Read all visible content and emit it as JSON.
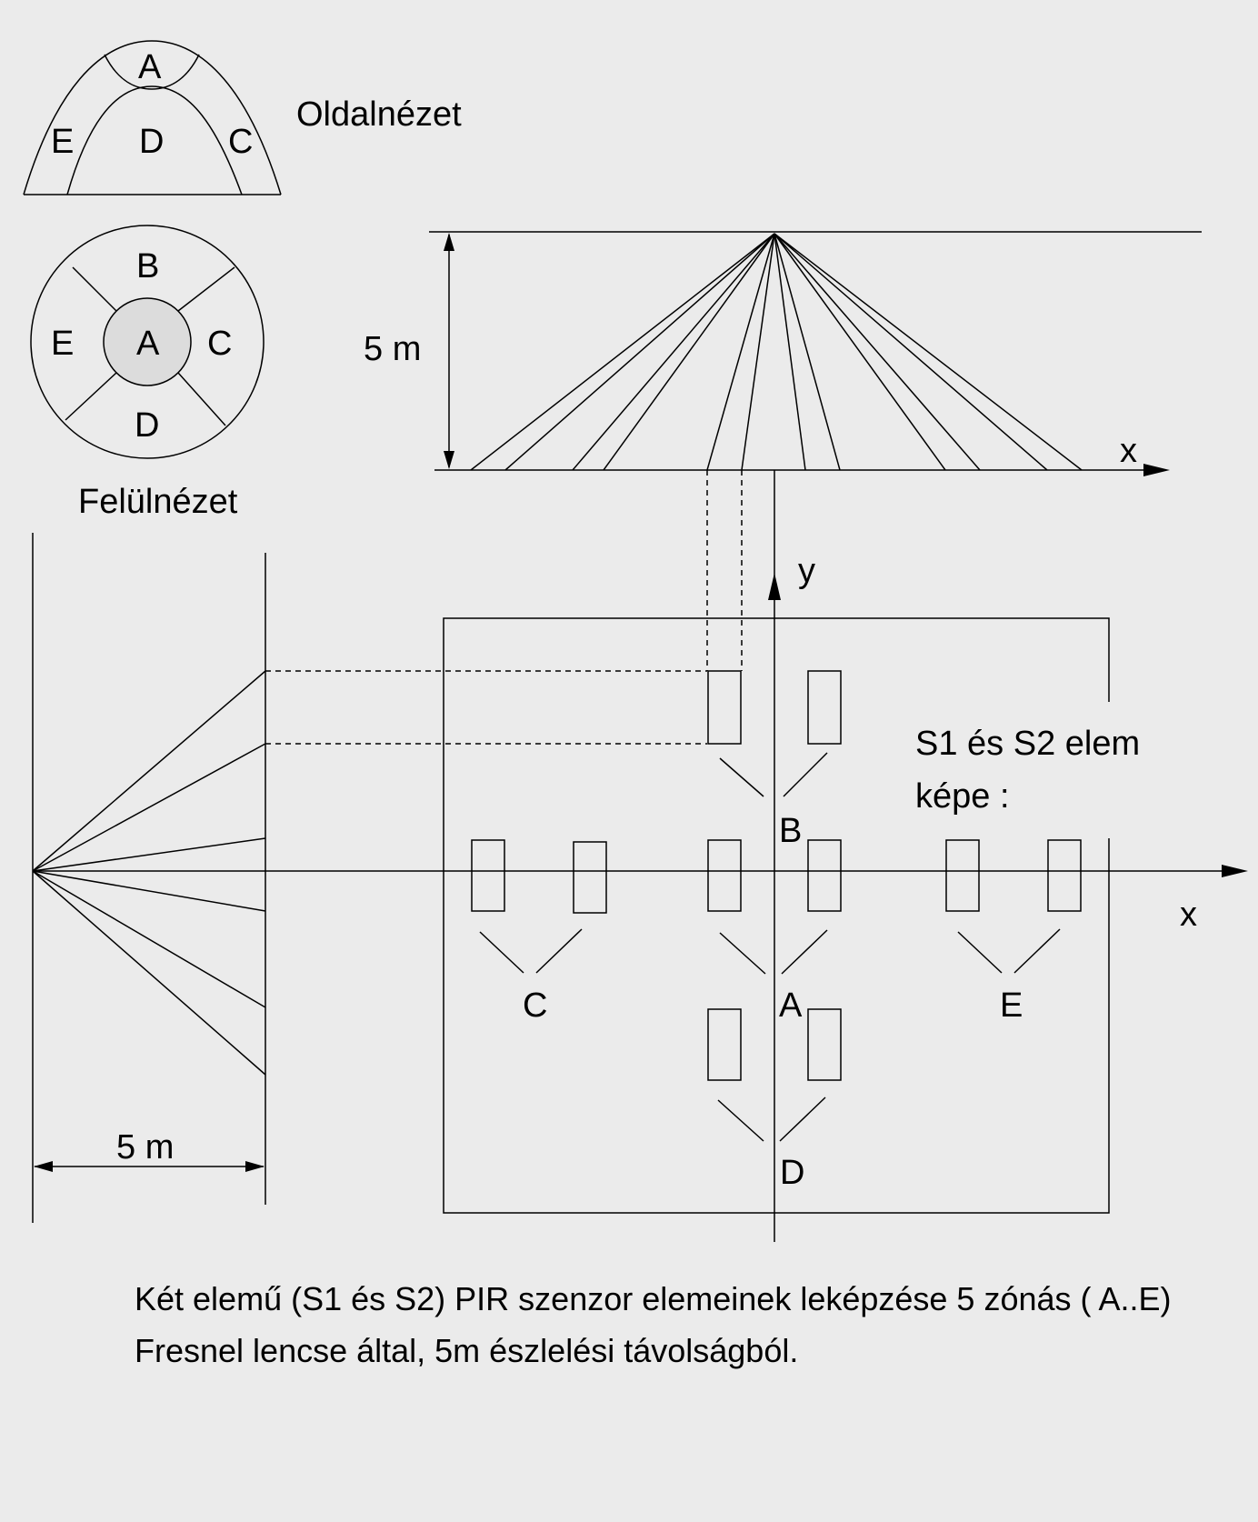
{
  "side_view": {
    "title": "Oldalnézet",
    "zones": {
      "a": "A",
      "c": "C",
      "d": "D",
      "e": "E"
    }
  },
  "top_view": {
    "title": "Felülnézet",
    "zones": {
      "a": "A",
      "b": "B",
      "c": "C",
      "d": "D",
      "e": "E"
    }
  },
  "elevation": {
    "height_label": "5 m",
    "x_axis_label": "x"
  },
  "plan": {
    "distance_label": "5 m",
    "x_axis_label": "x",
    "y_axis_label": "y",
    "element_image_label_line1": "S1 és S2 elem",
    "element_image_label_line2": "képe :",
    "zone_labels": {
      "a": "A",
      "b": "B",
      "c": "C",
      "d": "D",
      "e": "E"
    }
  },
  "caption": {
    "line1": "Két elemű (S1 és S2) PIR szenzor elemeinek leképzése 5 zónás ( A..E)",
    "line2": "Fresnel lencse által, 5m észlelési távolságból."
  }
}
